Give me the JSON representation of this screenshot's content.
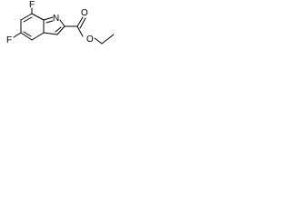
{
  "molecule": {
    "atoms": {
      "f_top": "F",
      "f_left": "F",
      "n_ring": "N",
      "o_carbonyl": "O",
      "o_ester": "O"
    }
  }
}
